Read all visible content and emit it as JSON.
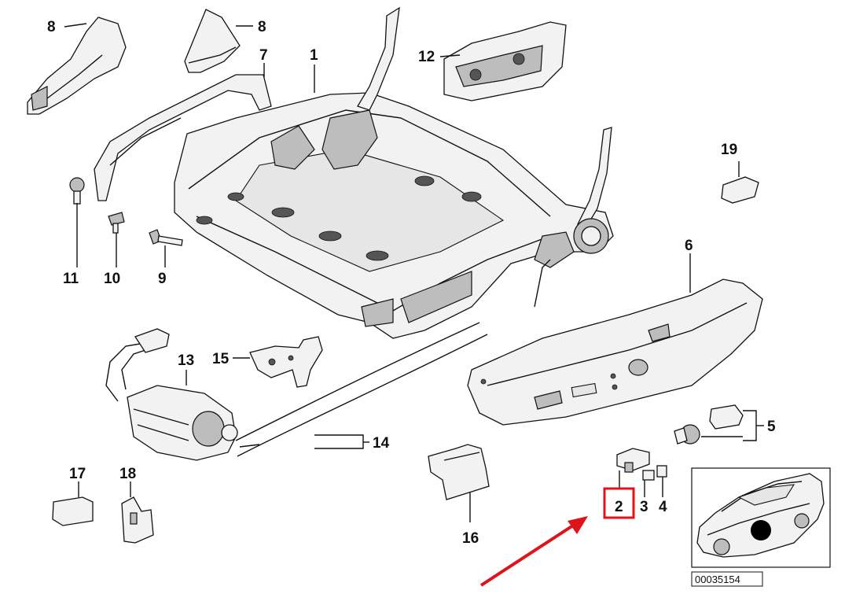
{
  "labels": {
    "p1": "1",
    "p2": "2",
    "p3": "3",
    "p4": "4",
    "p5": "5",
    "p6": "6",
    "p7": "7",
    "p8a": "8",
    "p8b": "8",
    "p9": "9",
    "p10": "10",
    "p11": "11",
    "p12": "12",
    "p13": "13",
    "p14": "14",
    "p15": "15",
    "p16": "16",
    "p17": "17",
    "p18": "18",
    "p19": "19"
  },
  "diagram_number": "00035154",
  "colors": {
    "highlight": "#e0131a",
    "arrow": "#e0131a",
    "ink": "#111111",
    "part_fill": "#f2f2f2"
  }
}
